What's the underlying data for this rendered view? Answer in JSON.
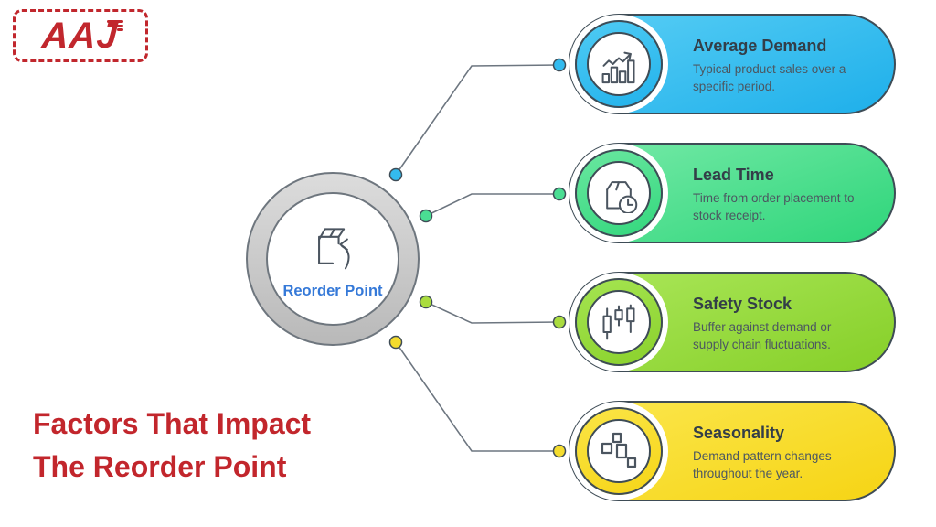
{
  "logo": {
    "text": "AAJ",
    "color": "#C1272D"
  },
  "heading": {
    "text": "Factors That Impact\nThe Reorder Point",
    "color": "#C2262C"
  },
  "hub": {
    "label": "Reorder Point",
    "label_color": "#3579D8",
    "icon": "package-return-icon"
  },
  "factors": [
    {
      "title": "Average Demand",
      "desc": "Typical product sales over a\nspecific period.",
      "icon": "bar-chart-trend-icon",
      "color_top": "#58CEF5",
      "color_bottom": "#1EAFEA",
      "dot_color": "#33BBEF"
    },
    {
      "title": "Lead Time",
      "desc": "Time from order placement to\nstock receipt.",
      "icon": "box-clock-icon",
      "color_top": "#76EAA8",
      "color_bottom": "#2ED57A",
      "dot_color": "#4ADE93"
    },
    {
      "title": "Safety Stock",
      "desc": "Buffer against demand or\nsupply chain fluctuations.",
      "icon": "candlestick-chart-icon",
      "color_top": "#ABE75A",
      "color_bottom": "#86CF28",
      "dot_color": "#AADC3F"
    },
    {
      "title": "Seasonality",
      "desc": "Demand pattern changes\nthroughout the year.",
      "icon": "scatter-squares-icon",
      "color_top": "#FBE74E",
      "color_bottom": "#F6D414",
      "dot_color": "#F4DC2E"
    }
  ],
  "style": {
    "outline_color": "#3E4C56",
    "connector_color": "#6D7680",
    "ring_color": "#C9C9C9"
  }
}
